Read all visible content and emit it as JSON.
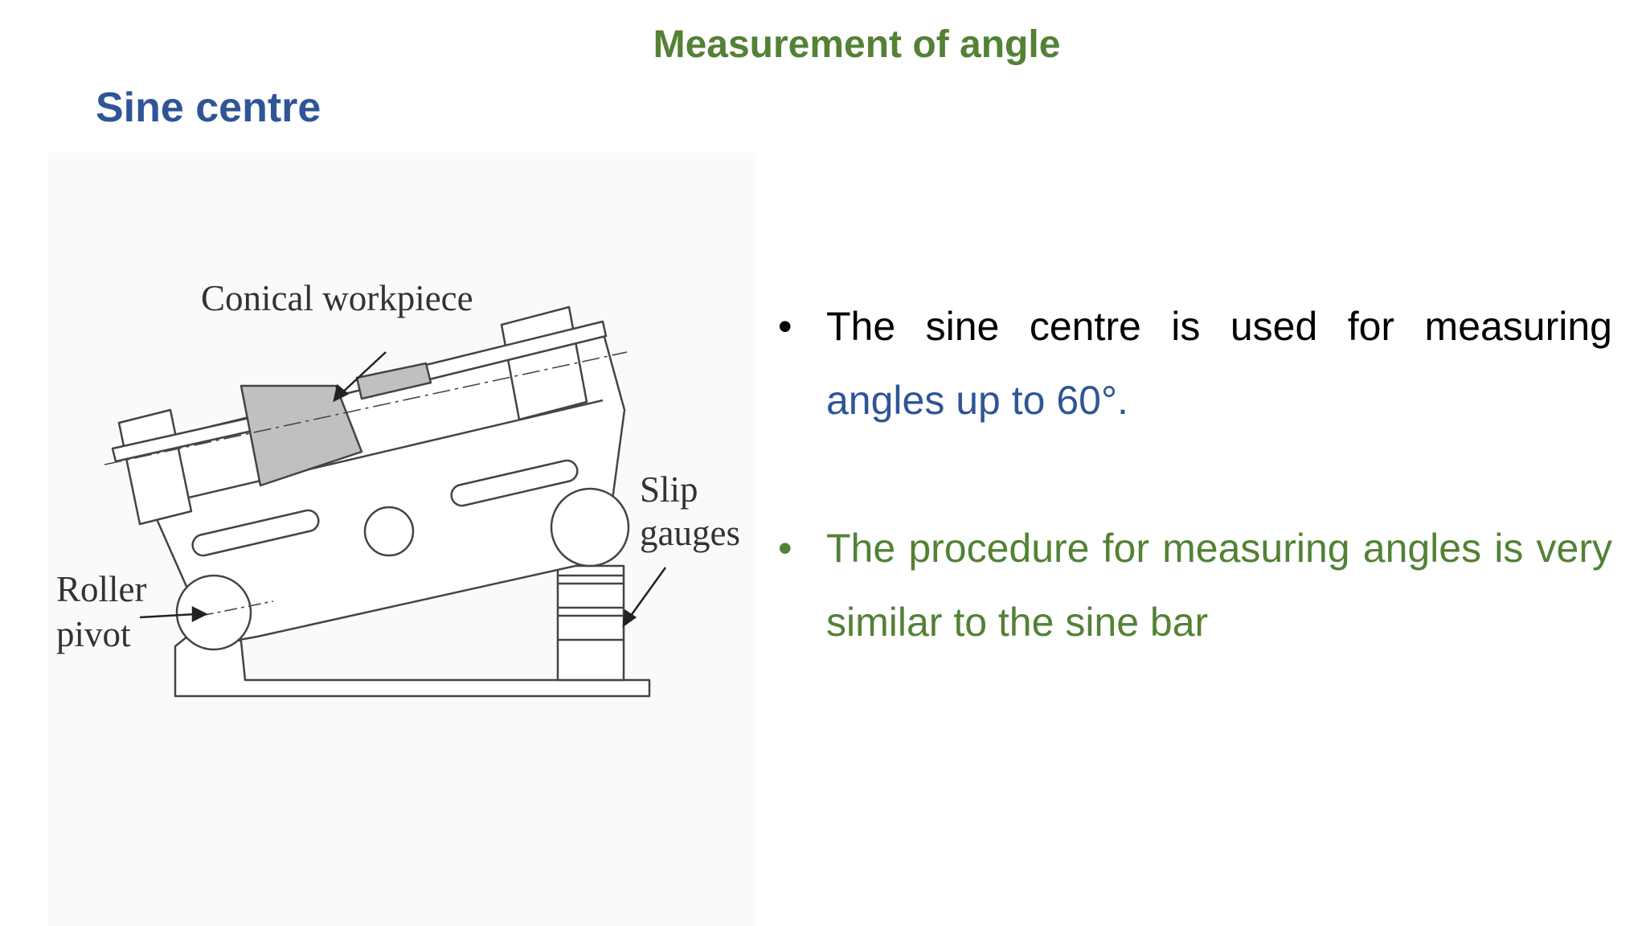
{
  "slide": {
    "title": "Measurement of angle",
    "section_heading": "Sine centre"
  },
  "figure": {
    "labels": {
      "workpiece": "Conical workpiece",
      "slip_line1": "Slip",
      "slip_line2": "gauges",
      "roller_line1": "Roller",
      "roller_line2": "pivot"
    }
  },
  "bullets": [
    {
      "segments": [
        {
          "text": "The sine centre is used for measuring ",
          "color": "#000000"
        },
        {
          "text": "angles up to 60°.",
          "color": "#2f5597"
        }
      ]
    },
    {
      "segments": [
        {
          "text": "The procedure for measuring angles is very similar to the sine bar",
          "color": "#538135"
        }
      ]
    }
  ],
  "colors": {
    "title": "#538135",
    "heading": "#2f5597",
    "workpiece_fill": "#c0c0c0"
  }
}
